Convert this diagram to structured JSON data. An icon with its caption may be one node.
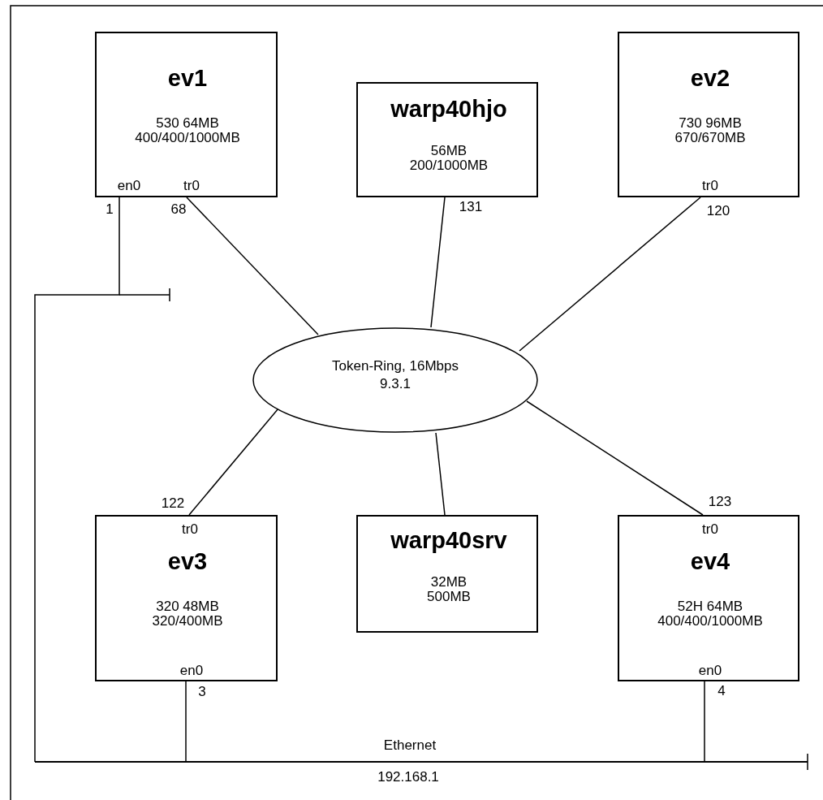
{
  "diagram": {
    "nodes": [
      {
        "text": [
          "ev1",
          "530 64MB 400/400/1000MB",
          "en0",
          "tr0"
        ],
        "beside": [
          "1",
          "68"
        ]
      },
      {
        "text": [
          "warp40hjo",
          "56MB 200/1000MB"
        ],
        "beside": [
          "131"
        ]
      },
      {
        "text": [
          "ev2",
          "730 96MB 670/670MB",
          "tr0"
        ],
        "beside": [
          "120"
        ]
      },
      {
        "text": [
          "Token-Ring, 16Mbps",
          "9.3.1"
        ]
      },
      {
        "text": [
          "tr0",
          "ev3",
          "320 48MB 320/400MB",
          "en0"
        ],
        "beside": [
          "122",
          "3"
        ]
      },
      {
        "text": [
          "warp40srv",
          "32MB 500MB"
        ]
      },
      {
        "text": [
          "tr0",
          "ev4",
          "52H 64MB 400/400/1000MB",
          "en0"
        ],
        "beside": [
          "123",
          "4"
        ]
      },
      {
        "text": [
          "Ethernet",
          "192.168.1"
        ]
      }
    ],
    "edges": [
      {
        "from": 0,
        "to": 3,
        "arrow": "none"
      },
      {
        "from": 1,
        "to": 3,
        "arrow": "none"
      },
      {
        "from": 2,
        "to": 3,
        "arrow": "none"
      },
      {
        "from": 3,
        "to": 4,
        "arrow": "none"
      },
      {
        "from": 3,
        "to": 5,
        "arrow": "none"
      },
      {
        "from": 3,
        "to": 6,
        "arrow": "none"
      },
      {
        "from": 0,
        "to": 7,
        "arrow": "none"
      },
      {
        "from": 4,
        "to": 7,
        "arrow": "none"
      },
      {
        "from": 6,
        "to": 7,
        "arrow": "none"
      }
    ]
  }
}
